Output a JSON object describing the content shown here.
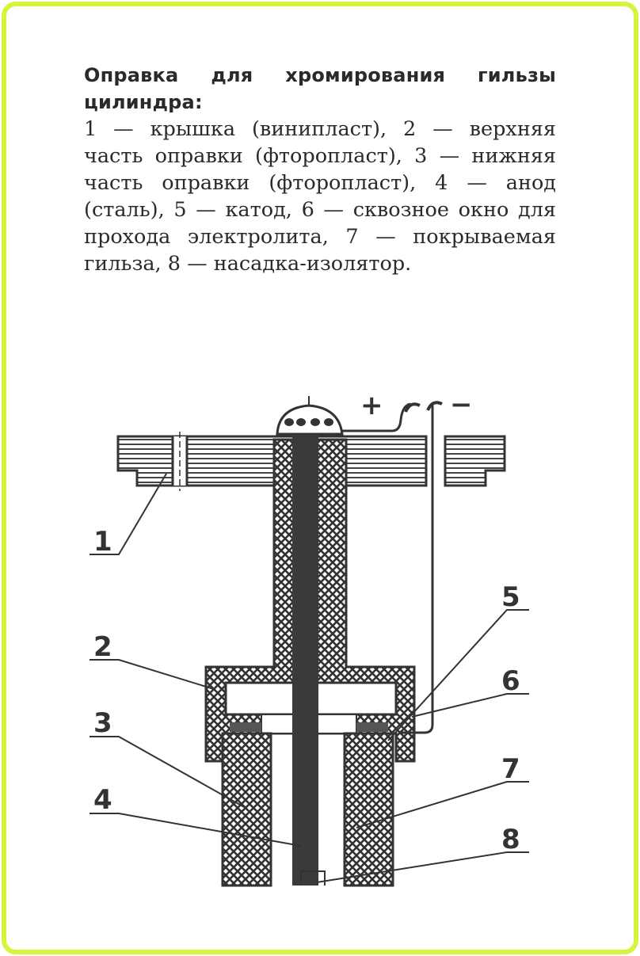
{
  "caption": {
    "title": "Оправка для хромирования гильзы цилиндра:",
    "body": "1 — крышка (винипласт), 2 — верхняя часть оправки (фторопласт), 3 — нижняя часть оправки (фторопласт), 4 — анод (сталь), 5 — катод, 6 — сквозное окно для прохода электролита, 7 — покрываемая гильза, 8 — насадка-изолятор."
  },
  "diagram": {
    "terminals": {
      "plus": "+",
      "minus": "−"
    },
    "labels": [
      "1",
      "2",
      "3",
      "4",
      "5",
      "6",
      "7",
      "8"
    ]
  },
  "colors": {
    "frame": "#d4f53c",
    "ink": "#333333"
  }
}
